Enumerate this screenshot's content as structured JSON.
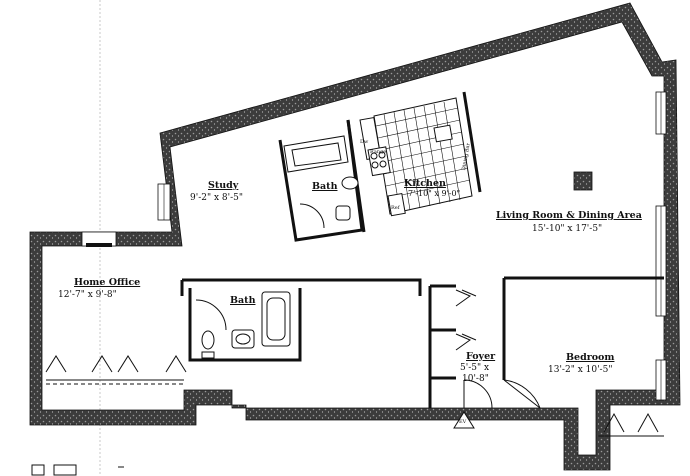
{
  "rooms": {
    "study": {
      "name": "Study",
      "dims": "9'-2\" x 8'-5\""
    },
    "bath_upper": {
      "name": "Bath"
    },
    "kitchen": {
      "name": "Kitchen",
      "dims": "7'-10\" x 9'-0\""
    },
    "living": {
      "name": "Living Room & Dining Area",
      "dims": "15'-10\" x 17'-5\""
    },
    "home_office": {
      "name": "Home Office",
      "dims": "12'-7\" x 9'-8\""
    },
    "bath_lower": {
      "name": "Bath"
    },
    "foyer": {
      "name": "Foyer",
      "dims_1": "5'-5\" x",
      "dims_2": "10'-8\""
    },
    "bedroom": {
      "name": "Bedroom",
      "dims": "13'-2\" x 10'-5\""
    }
  },
  "fixtures": {
    "dishwasher": "Dw",
    "stove": "Range",
    "dining_bar": "Dining Bar",
    "refrigerator": "Ref",
    "elevator_sign": "EV"
  },
  "colors": {
    "wall": "#4a4a4a",
    "line": "#111111",
    "background": "#ffffff"
  }
}
